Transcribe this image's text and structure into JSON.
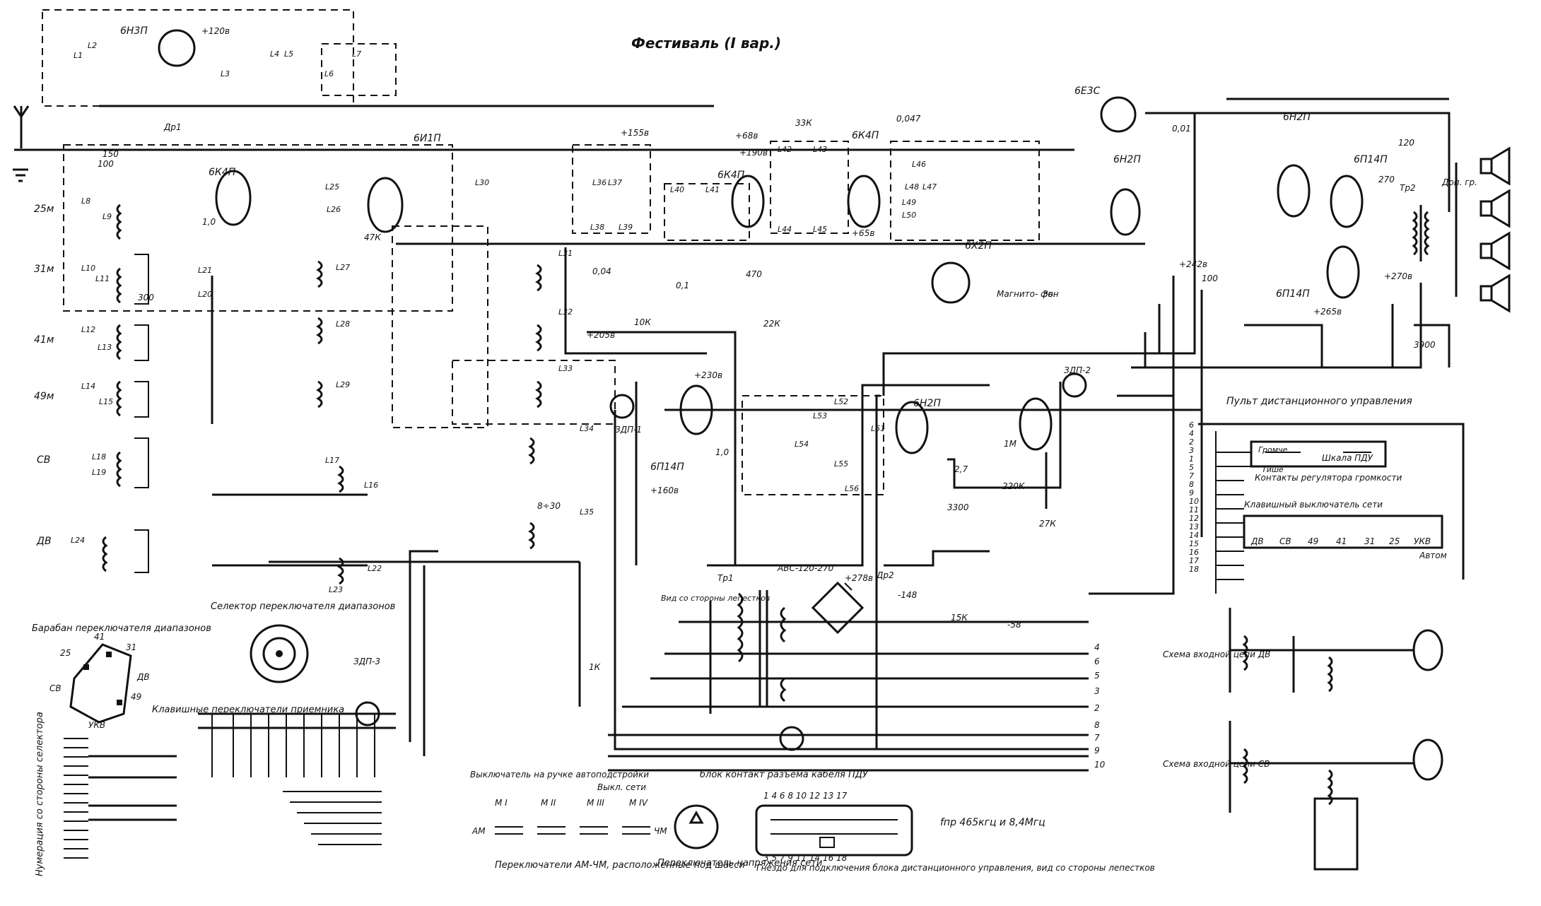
{
  "title": "Фестиваль (I вар.)",
  "bands": [
    "25м",
    "31м",
    "41м",
    "49м",
    "СВ",
    "ДВ"
  ],
  "tubes": [
    "6Н3П",
    "6К4П",
    "6И1П",
    "6К4П",
    "6К4П",
    "6Х2П",
    "6Е3С",
    "6Н2П",
    "6Н2П",
    "6П14П",
    "6П14П",
    "6П14П",
    "6Н2П"
  ],
  "labels": {
    "drum": "Барабан переключателя диапазонов",
    "selector": "Селектор переключателя диапазонов",
    "keys": "Клавишные переключатели приемника",
    "numbering": "Нумерация со стороны селектора",
    "remote": "Пульт дистанционного управления",
    "louder": "Громче",
    "quieter": "Тише",
    "scale": "Шкалa ПДУ",
    "contacts": "Контакты регулятора громкости",
    "power_key": "Клавишный выключатель сети",
    "avtom": "Автом",
    "circuit_dv": "Схема входной цепи ДВ",
    "circuit_sv": "Схема входной цепи СВ",
    "switches_amchm": "Переключатели АМ-ЧМ, расположенные под шасси",
    "voltage_switch": "Переключатель напряжения сети",
    "socket": "Гнездо для подключения блока дистанционного управления, вид со стороны лепестков",
    "block_contacts": "блок контакт разъема кабеля ПДУ",
    "antenna_switch": "Выключатель на ручке автоподстройки",
    "fpr": "fпр 465кгц и 8,4Мгц",
    "view_from_petals": "Вид со стороны лепестков",
    "power_unit": "АВС-120-270",
    "magnitofon": "Магнито- фон",
    "zvuk": "Зв.",
    "dop_gr": "Доп. гр.",
    "vykl_seti": "Выкл. сети",
    "am": "АМ",
    "chm": "ЧМ"
  },
  "drum_positions": [
    "41",
    "31",
    "25",
    "СВ",
    "УКВ",
    "49",
    "ДВ"
  ],
  "key_labels": [
    "ДВ",
    "СВ",
    "49",
    "41",
    "31",
    "25",
    "УКВ"
  ],
  "switch_labels": [
    "М I",
    "М II",
    "М III",
    "М IV"
  ],
  "socket_top": "1 4 6 8 10 12 13 17",
  "socket_bottom": "3 5 7 9 11 14 16 18",
  "tr_labels": [
    "Тр1",
    "Тр2",
    "Др1",
    "Др2",
    "ЗДП-1",
    "ЗДП-2",
    "ЗДП-3"
  ],
  "voltages": [
    "+120в",
    "+155в",
    "+68в",
    "+190в",
    "+65в",
    "+230в",
    "+160в",
    "+205в",
    "+242в",
    "-148",
    "-58",
    "+270в",
    "+265в",
    "+278в"
  ],
  "component_values": [
    "150",
    "100",
    "1,0",
    "47К",
    "22К",
    "10К",
    "470",
    "300",
    "0,1",
    "8÷30",
    "1К",
    "2,7",
    "3300",
    "3900",
    "120",
    "270",
    "15К",
    "33К",
    "0,01",
    "27К",
    "1М",
    "220К",
    "0,047",
    "1,0",
    "0,04",
    "100"
  ],
  "coil_labels": [
    "L1",
    "L2",
    "L3",
    "L4",
    "L5",
    "L6",
    "L7",
    "L8",
    "L9",
    "L10",
    "L11",
    "L12",
    "L13",
    "L14",
    "L15",
    "L16",
    "L17",
    "L18",
    "L19",
    "L20",
    "L21",
    "L22",
    "L23",
    "L24",
    "L25",
    "L26",
    "L27",
    "L28",
    "L29",
    "L30",
    "L31",
    "L32",
    "L33",
    "L34",
    "L35",
    "L36",
    "L37",
    "L38",
    "L39",
    "L40",
    "L41",
    "L42",
    "L43",
    "L44",
    "L45",
    "L46",
    "L47",
    "L48",
    "L49",
    "L50",
    "L51",
    "L52",
    "L53",
    "L54",
    "L55",
    "L56"
  ],
  "remote_pins": [
    "6",
    "4",
    "2",
    "3",
    "1",
    "5",
    "7",
    "8",
    "9",
    "10",
    "11",
    "12",
    "13",
    "14",
    "15",
    "16",
    "17",
    "18"
  ],
  "bottom_terminals": [
    "4",
    "6",
    "5",
    "3",
    "2",
    "8",
    "7",
    "9",
    "10"
  ]
}
